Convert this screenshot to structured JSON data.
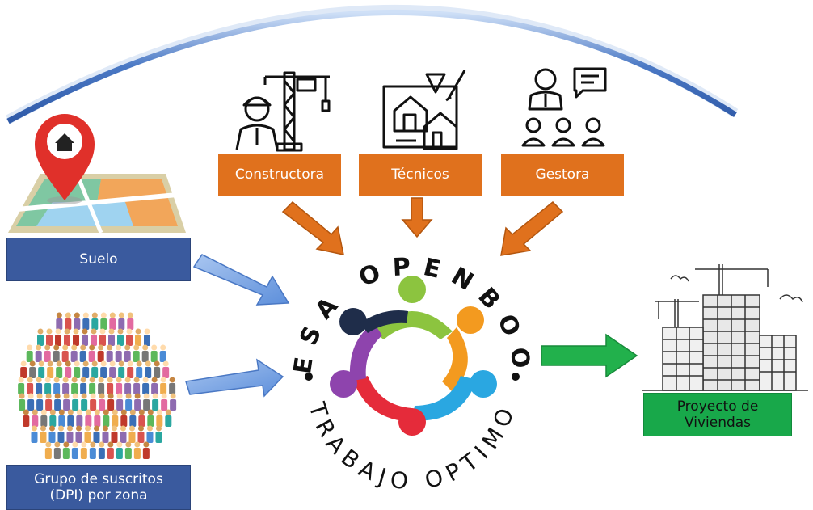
{
  "roles": {
    "constructora": "Constructora",
    "tecnicos": "Técnicos",
    "gestora": "Gestora"
  },
  "inputs": {
    "suelo": "Suelo",
    "grupo_line1": "Grupo de suscritos",
    "grupo_line2": "(DPI) por zona"
  },
  "logo": {
    "top_text": "MESA OPENBOOK",
    "bottom_text": "TRABAJO OPTIMO"
  },
  "output": {
    "line1": "Proyecto de",
    "line2": "Viviendas"
  },
  "colors": {
    "orange": "#e0711d",
    "navy": "#3a5a9e",
    "green": "#18a84a",
    "arrow_blue": "#6d9be0",
    "arc_blue": "#4a78c4"
  }
}
